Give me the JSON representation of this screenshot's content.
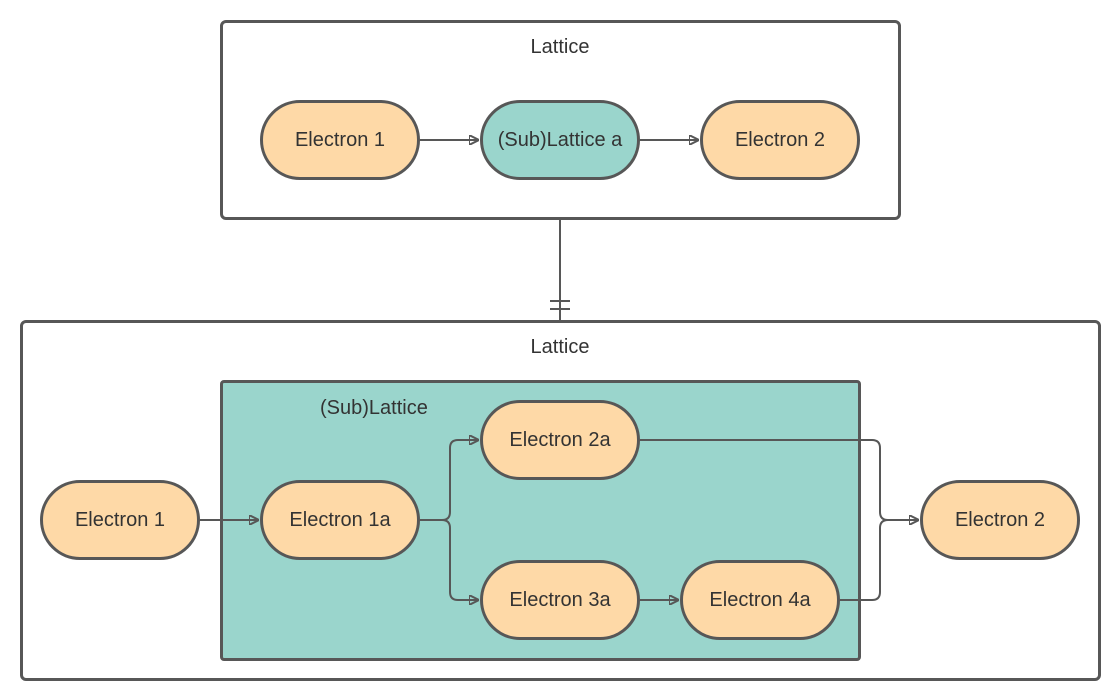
{
  "colors": {
    "electron_fill": "#fed9a7",
    "lattice_fill": "#9ad5cc",
    "stroke": "#575757",
    "text": "#333333",
    "background": "#ffffff"
  },
  "top_diagram": {
    "title": "Lattice",
    "nodes": {
      "electron_1": "Electron 1",
      "sublattice_a": "(Sub)Lattice a",
      "electron_2": "Electron 2"
    }
  },
  "bottom_diagram": {
    "title": "Lattice",
    "sublattice": {
      "title": "(Sub)Lattice",
      "nodes": {
        "electron_1a": "Electron 1a",
        "electron_2a": "Electron 2a",
        "electron_3a": "Electron 3a",
        "electron_4a": "Electron 4a"
      }
    },
    "nodes": {
      "electron_1": "Electron 1",
      "electron_2": "Electron 2"
    }
  },
  "relationship": {
    "type": "one-to-one",
    "marker": "double-bar"
  }
}
